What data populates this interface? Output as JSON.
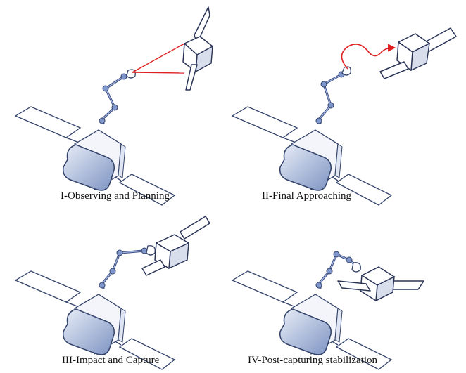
{
  "figure": {
    "panels": [
      {
        "id": "I",
        "caption": "I-Observing and Planning"
      },
      {
        "id": "II",
        "caption": "II-Final Approaching"
      },
      {
        "id": "III",
        "caption": "III-Impact and Capture"
      },
      {
        "id": "IV",
        "caption": "IV-Post-capturing stabilization"
      }
    ]
  },
  "colors": {
    "body_fill_light": "#e6ecf7",
    "body_fill_dark": "#7e95c3",
    "outline": "#33436a",
    "arm": "#3c4f86",
    "observation_line": "#e02020",
    "approach_path": "#e02020"
  },
  "icons": {
    "servicer": "servicer-satellite-icon",
    "target": "target-satellite-icon",
    "arm": "robotic-arm-icon"
  }
}
